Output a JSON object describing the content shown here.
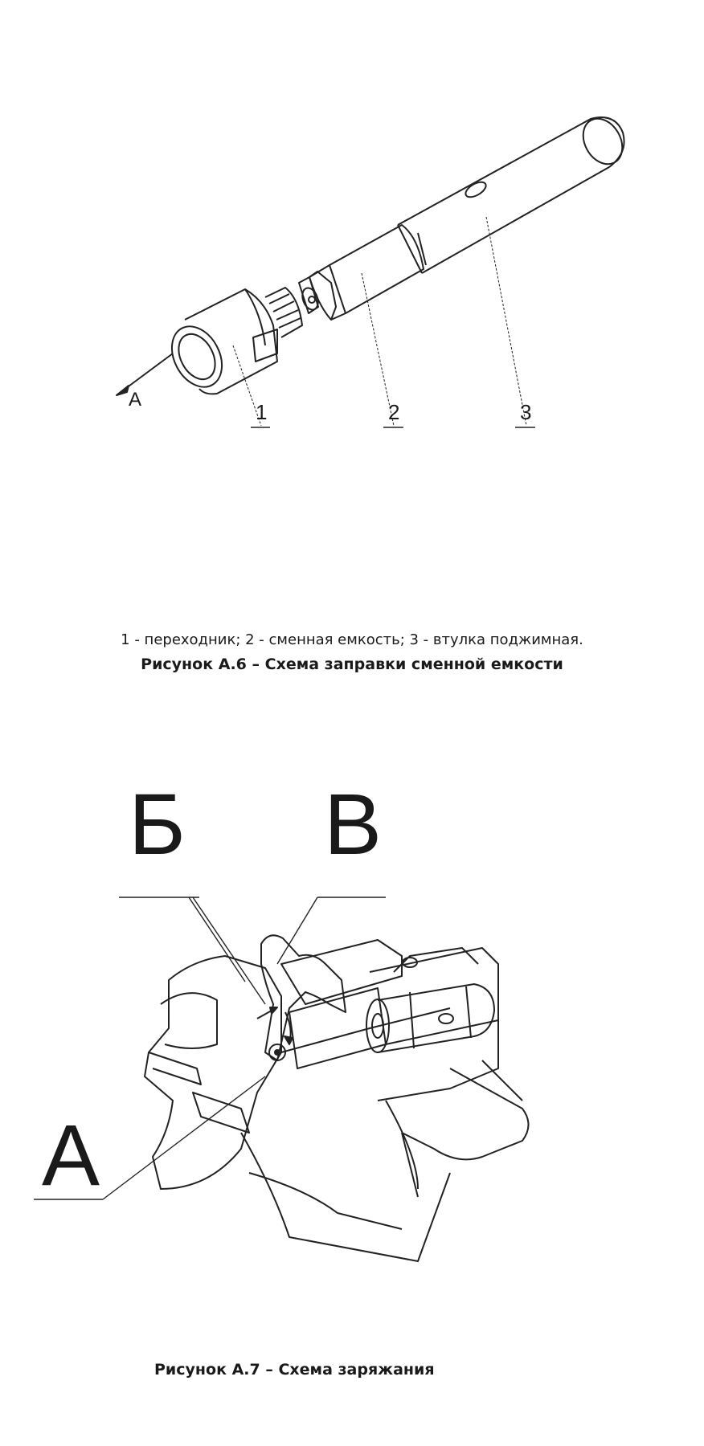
{
  "figure6": {
    "callouts": [
      "1",
      "2",
      "3"
    ],
    "arrow_label": "А",
    "legend": "1 - переходник; 2 - сменная емкость; 3 - втулка поджимная.",
    "title": "Рисунок А.6 – Схема заправки сменной емкости"
  },
  "figure7": {
    "label_b": "Б",
    "label_v": "В",
    "label_a": "А",
    "title": "Рисунок А.7 – Схема заряжания"
  }
}
